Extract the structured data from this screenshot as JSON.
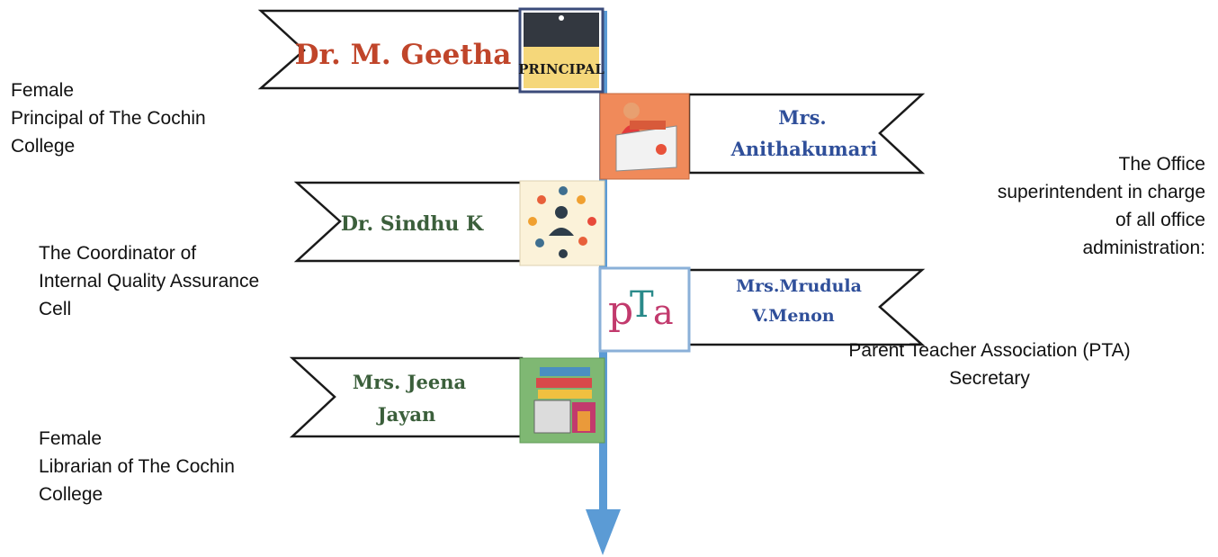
{
  "colors": {
    "arrow": "#5b9bd5",
    "name_red": "#c0452a",
    "name_blue": "#2f4f9a",
    "name_green": "#3b5f3b",
    "banner_stroke": "#1a1a1a",
    "principal_badge": "#f5d77a",
    "pta_pink": "#c23a6d",
    "pta_teal": "#2a8a8a"
  },
  "entries": [
    {
      "name_lines": [
        "Dr. M. Geetha"
      ],
      "description": "Female\nPrincipal of The Cochin\nCollege",
      "icon": "principal-badge-icon",
      "icon_label": "PRINCIPAL",
      "name_color": "name_red"
    },
    {
      "name_lines": [
        "Mrs.",
        "Anithakumari"
      ],
      "description": "The Office\nsuperintendent in charge\nof all office\nadministration:",
      "icon": "reception-desk-icon",
      "name_color": "name_blue"
    },
    {
      "name_lines": [
        "Dr. Sindhu K"
      ],
      "description": "The Coordinator of\nInternal Quality Assurance\nCell",
      "icon": "network-people-icon",
      "name_color": "name_green"
    },
    {
      "name_lines": [
        "Mrs.Mrudula",
        "V.Menon"
      ],
      "description": "Parent Teacher Association (PTA)\nSecretary",
      "icon": "pta-logo-icon",
      "icon_label_p": "p",
      "icon_label_t": "T",
      "icon_label_a": "a",
      "name_color": "name_blue"
    },
    {
      "name_lines": [
        "Mrs. Jeena",
        "Jayan"
      ],
      "description": "Female\nLibrarian of The Cochin\nCollege",
      "icon": "books-icon",
      "name_color": "name_green"
    }
  ]
}
